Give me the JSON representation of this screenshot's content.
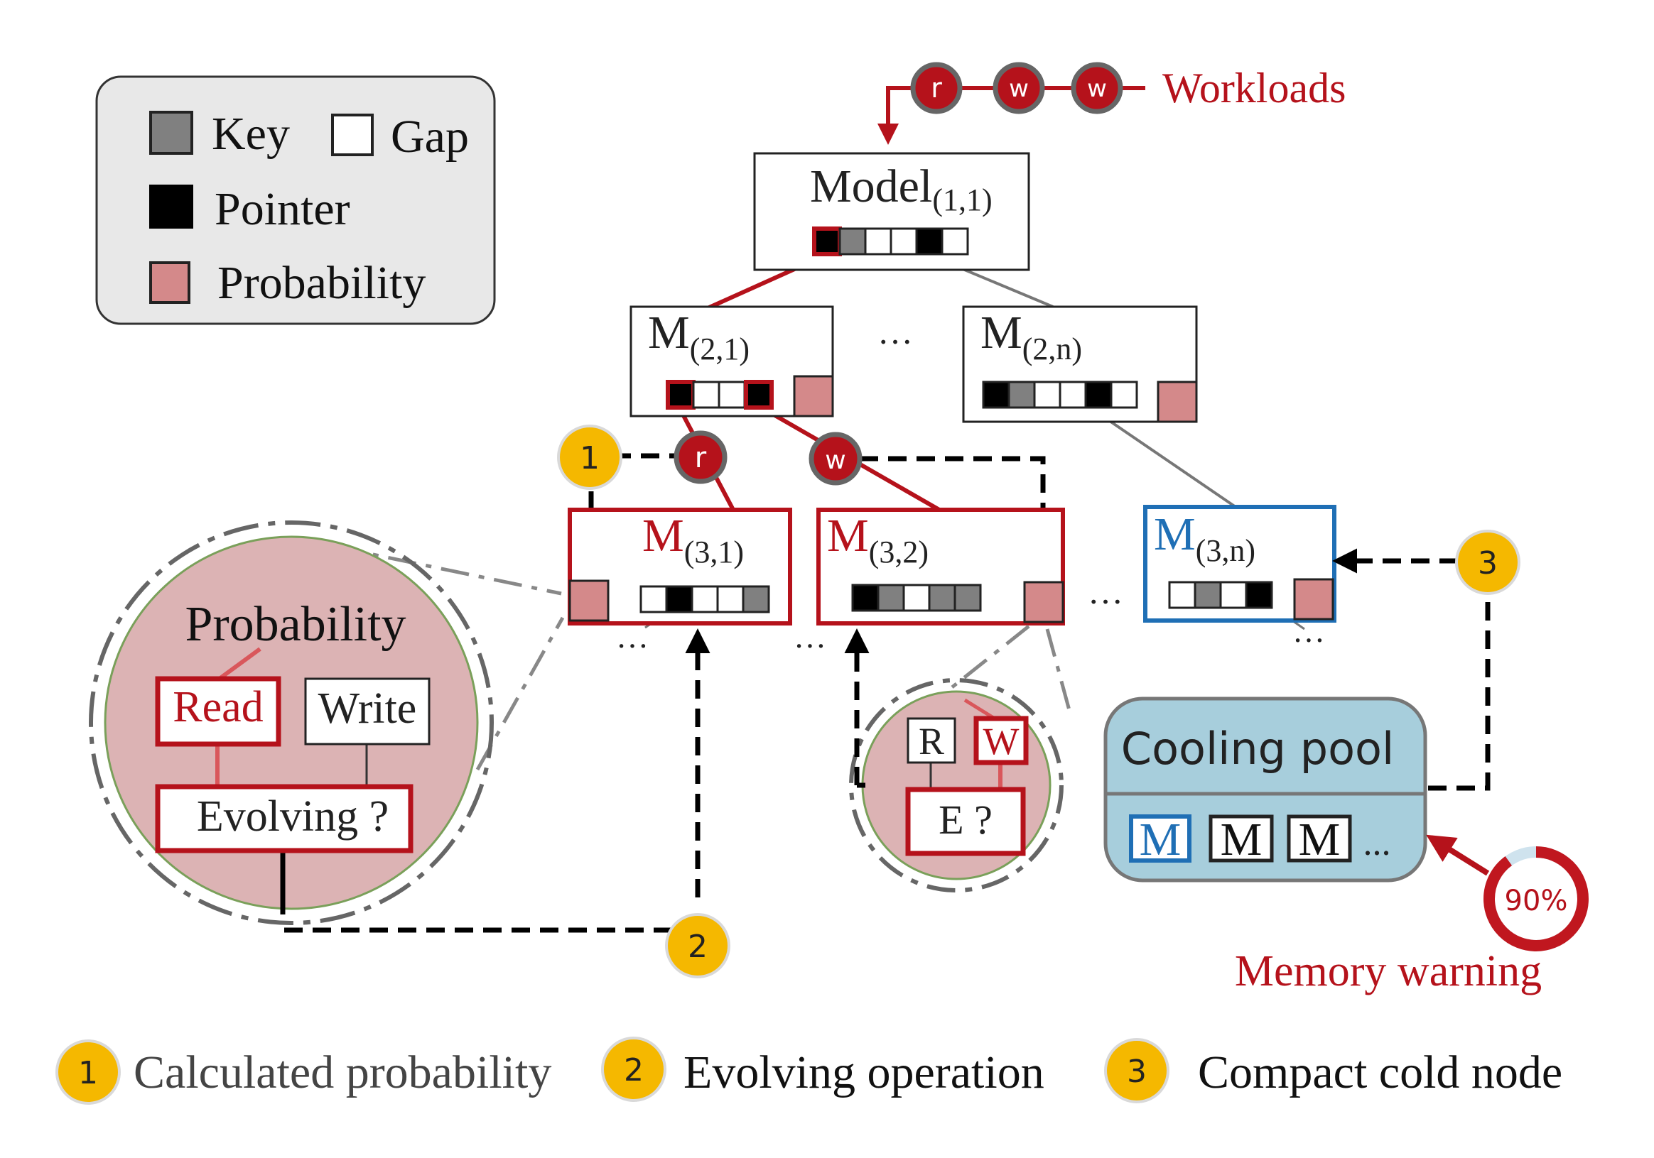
{
  "legend": {
    "key": "Key",
    "gap": "Gap",
    "pointer": "Pointer",
    "probability": "Probability"
  },
  "workloads": {
    "label": "Workloads",
    "ops": [
      "r",
      "w",
      "w"
    ]
  },
  "nodes": {
    "root": {
      "base": "Model",
      "sub": "(1,1)"
    },
    "m21": {
      "base": "M",
      "sub": "(2,1)"
    },
    "m2n": {
      "base": "M",
      "sub": "(2,n)"
    },
    "m31": {
      "base": "M",
      "sub": "(3,1)"
    },
    "m32": {
      "base": "M",
      "sub": "(3,2)"
    },
    "m3n": {
      "base": "M",
      "sub": "(3,n)"
    },
    "ellipsis": "…"
  },
  "edge_ops": {
    "read": "r",
    "write": "w"
  },
  "zoom_large": {
    "title": "Probability",
    "read": "Read",
    "write": "Write",
    "evolving": "Evolving ?"
  },
  "zoom_small": {
    "read": "R",
    "write": "W",
    "evolving": "E ?"
  },
  "cooling_pool": {
    "title": "Cooling pool",
    "items": [
      "M",
      "M",
      "M"
    ],
    "more": "..."
  },
  "memory": {
    "level": 0.9,
    "percent_label": "90%",
    "warning": "Memory warning"
  },
  "steps": [
    {
      "num": "1",
      "label": "Calculated probability"
    },
    {
      "num": "2",
      "label": "Evolving operation"
    },
    {
      "num": "3",
      "label": "Compact cold node"
    }
  ],
  "colors": {
    "red": "#b5121b",
    "blue": "#1f6fb5",
    "probability": "#d4898a",
    "zoom_fill": "#dcb3b4",
    "key": "#808080",
    "badge": "#f5b800",
    "pool": "#a7cedc",
    "legend_bg": "#e8e8e8"
  }
}
